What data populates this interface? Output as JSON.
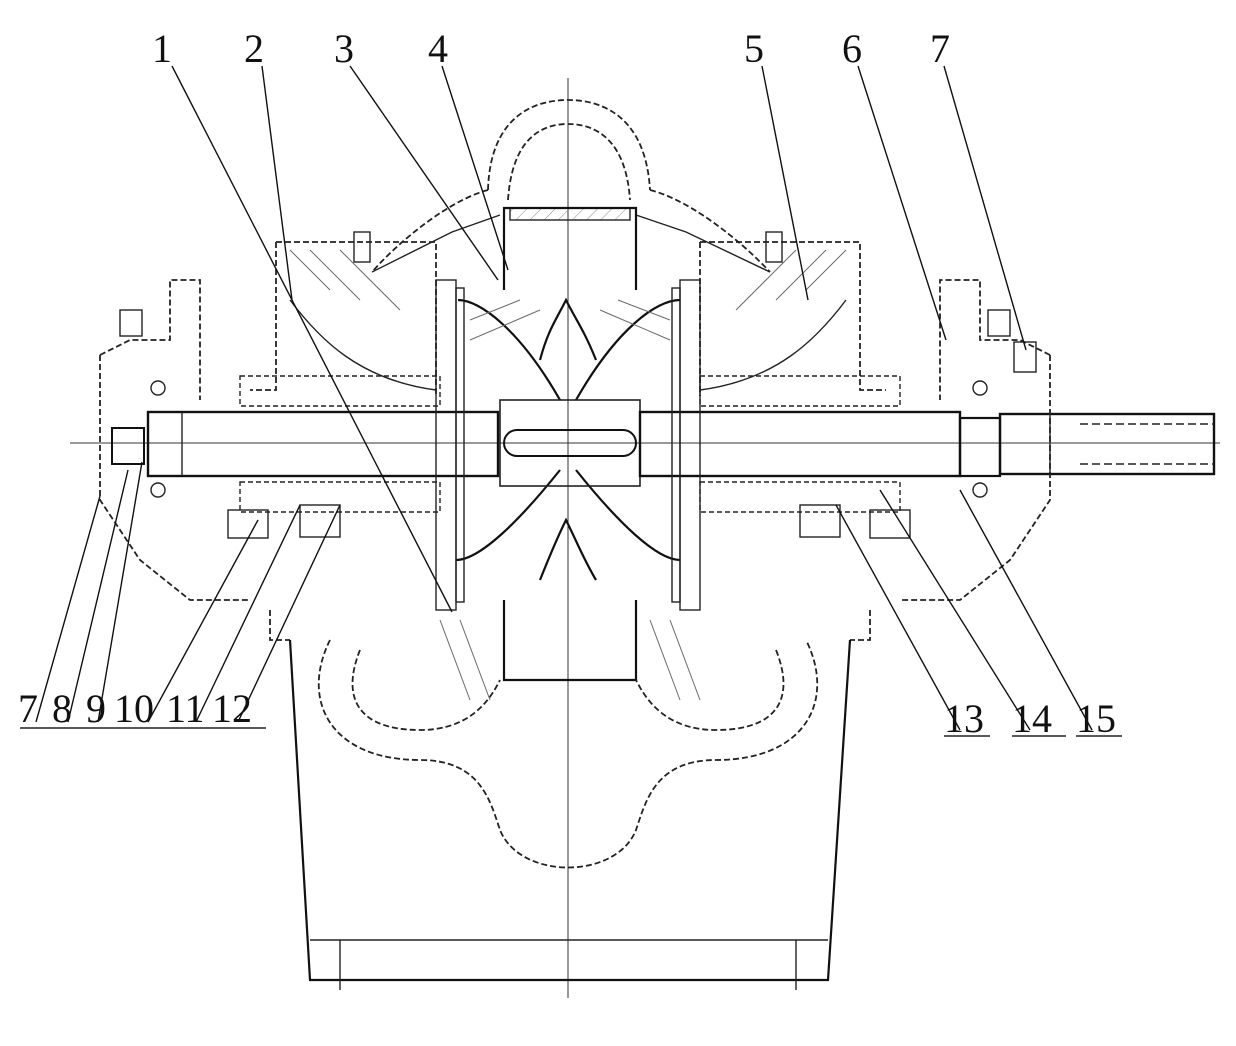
{
  "diagram": {
    "type": "pump cross-section drawing",
    "top_labels": [
      {
        "id": "1",
        "text": "1"
      },
      {
        "id": "2",
        "text": "2"
      },
      {
        "id": "3",
        "text": "3"
      },
      {
        "id": "4",
        "text": "4"
      },
      {
        "id": "5",
        "text": "5"
      },
      {
        "id": "6",
        "text": "6"
      },
      {
        "id": "7",
        "text": "7"
      }
    ],
    "bottom_labels": [
      {
        "id": "7",
        "text": "7"
      },
      {
        "id": "8",
        "text": "8"
      },
      {
        "id": "9",
        "text": "9"
      },
      {
        "id": "10",
        "text": "10"
      },
      {
        "id": "11",
        "text": "11"
      },
      {
        "id": "12",
        "text": "12"
      },
      {
        "id": "13",
        "text": "13"
      },
      {
        "id": "14",
        "text": "14"
      },
      {
        "id": "15",
        "text": "15"
      }
    ]
  }
}
